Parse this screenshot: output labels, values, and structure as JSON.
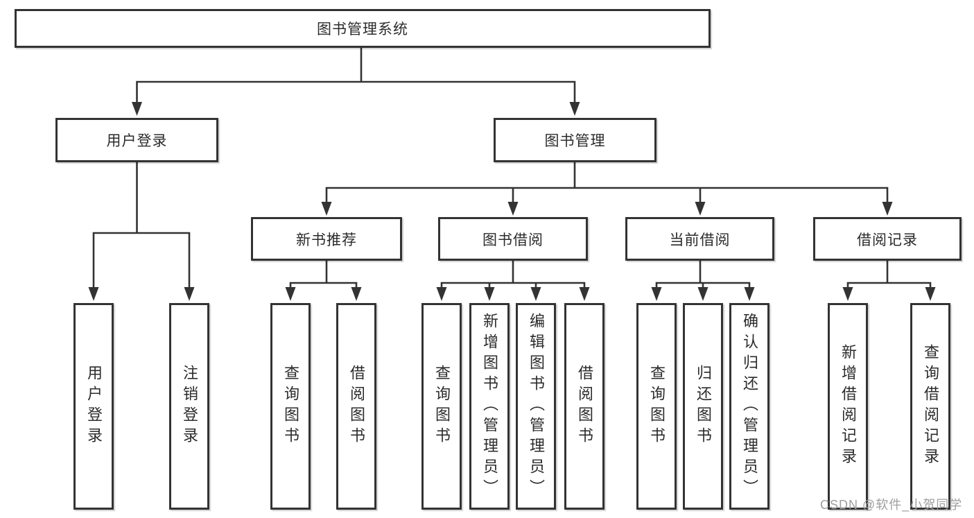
{
  "diagram": {
    "root": {
      "label": "图书管理系统"
    },
    "level1": [
      {
        "label": "用户登录"
      },
      {
        "label": "图书管理"
      }
    ],
    "level2": [
      {
        "label": "新书推荐"
      },
      {
        "label": "图书借阅"
      },
      {
        "label": "当前借阅"
      },
      {
        "label": "借阅记录"
      }
    ],
    "leaves": {
      "login_group": [
        "用户登录",
        "注销登录"
      ],
      "recommend_group": [
        "查询图书",
        "借阅图书"
      ],
      "borrow_group": [
        "查询图书",
        "新增图书（管理员）",
        "编辑图书（管理员）",
        "借阅图书"
      ],
      "current_group": [
        "查询图书",
        "归还图书",
        "确认归还（管理员）"
      ],
      "records_group": [
        "新增借阅记录",
        "查询借阅记录"
      ]
    }
  },
  "watermark": {
    "text": "CSDN @软件_小贺同学"
  },
  "colors": {
    "line": "#333333",
    "border": "#333333",
    "text": "#2b2b2b",
    "watermark": "#9e9e9e",
    "background": "#ffffff"
  }
}
